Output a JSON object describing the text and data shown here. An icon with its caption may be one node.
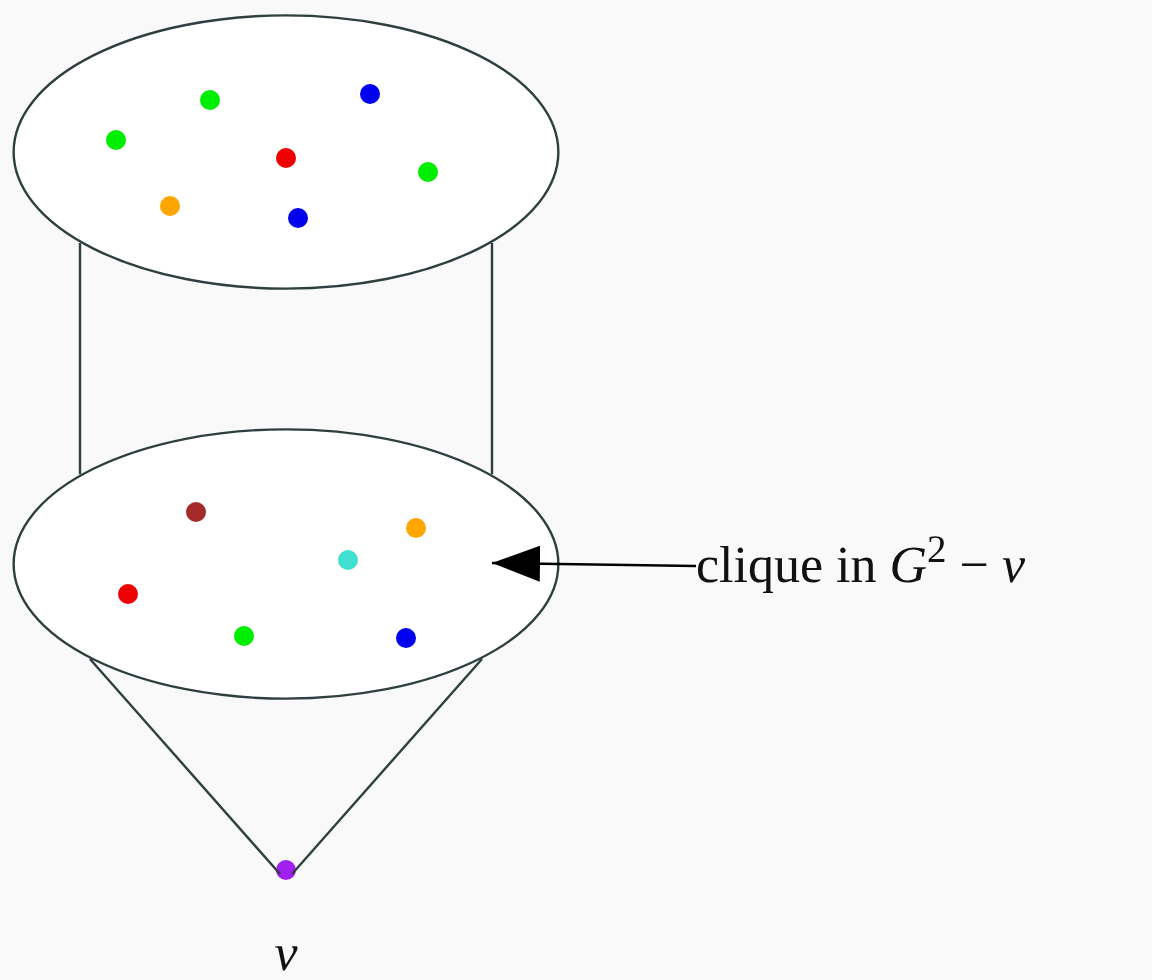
{
  "diagram": {
    "nodes": [
      {
        "text": [],
        "shape": "ellipse"
      },
      {
        "text": [],
        "shape": "ellipse"
      },
      {
        "text": [],
        "shape": "circle",
        "beside": [
          "*v*"
        ]
      },
      {
        "text": [
          "clique in *G*$^{2}$ − *v*"
        ]
      }
    ],
    "edges": [
      {
        "from": 0,
        "to": 1,
        "arrow": "none"
      },
      {
        "from": 0,
        "to": 1,
        "arrow": "none"
      },
      {
        "from": 1,
        "to": 2,
        "arrow": "none"
      },
      {
        "from": 1,
        "to": 2,
        "arrow": "none"
      },
      {
        "from": 3,
        "to": 1,
        "arrow": "to"
      }
    ]
  }
}
